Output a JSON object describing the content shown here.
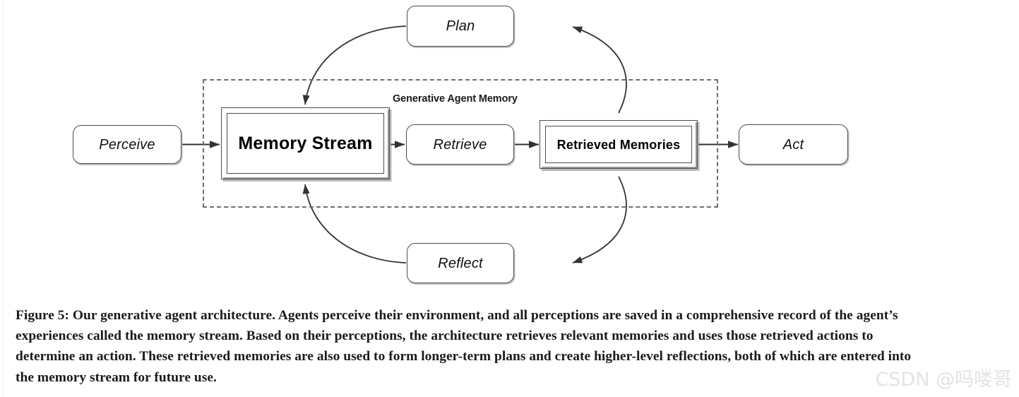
{
  "figure": {
    "boundary_label": "Generative Agent Memory",
    "nodes": [
      {
        "id": "perceive",
        "label": "Perceive",
        "style": "rounded"
      },
      {
        "id": "memory-stream",
        "label": "Memory Stream",
        "style": "beveled"
      },
      {
        "id": "retrieve",
        "label": "Retrieve",
        "style": "rounded"
      },
      {
        "id": "retrieved-memories",
        "label": "Retrieved Memories",
        "style": "beveled"
      },
      {
        "id": "act",
        "label": "Act",
        "style": "rounded"
      },
      {
        "id": "plan",
        "label": "Plan",
        "style": "rounded"
      },
      {
        "id": "reflect",
        "label": "Reflect",
        "style": "rounded"
      }
    ],
    "edges": [
      {
        "from": "perceive",
        "to": "memory-stream",
        "kind": "straight-arrow"
      },
      {
        "from": "memory-stream",
        "to": "retrieve",
        "kind": "straight-arrow"
      },
      {
        "from": "retrieve",
        "to": "retrieved-memories",
        "kind": "straight-arrow"
      },
      {
        "from": "retrieved-memories",
        "to": "act",
        "kind": "straight-arrow"
      },
      {
        "from": "retrieved-memories",
        "to": "plan",
        "kind": "curved-arrow"
      },
      {
        "from": "plan",
        "to": "memory-stream",
        "kind": "curved-arrow"
      },
      {
        "from": "retrieved-memories",
        "to": "reflect",
        "kind": "curved-arrow"
      },
      {
        "from": "reflect",
        "to": "memory-stream",
        "kind": "curved-arrow"
      }
    ],
    "colors": {
      "stroke": "#4d4d4d",
      "arrow": "#333333",
      "dashed_boundary": "#6e6e6e",
      "text": "#111111",
      "background": "#ffffff"
    }
  },
  "caption": {
    "text": "Figure 5: Our generative agent architecture. Agents perceive their environment, and all perceptions are saved in a comprehensive record of the agent’s experiences called the memory stream. Based on their perceptions, the architecture retrieves relevant memories and uses those retrieved actions to determine an action. These retrieved memories are also used to form longer-term plans and create higher-level reflections, both of which are entered into the memory stream for future use."
  },
  "watermark": {
    "text": "CSDN @吗喽哥"
  }
}
